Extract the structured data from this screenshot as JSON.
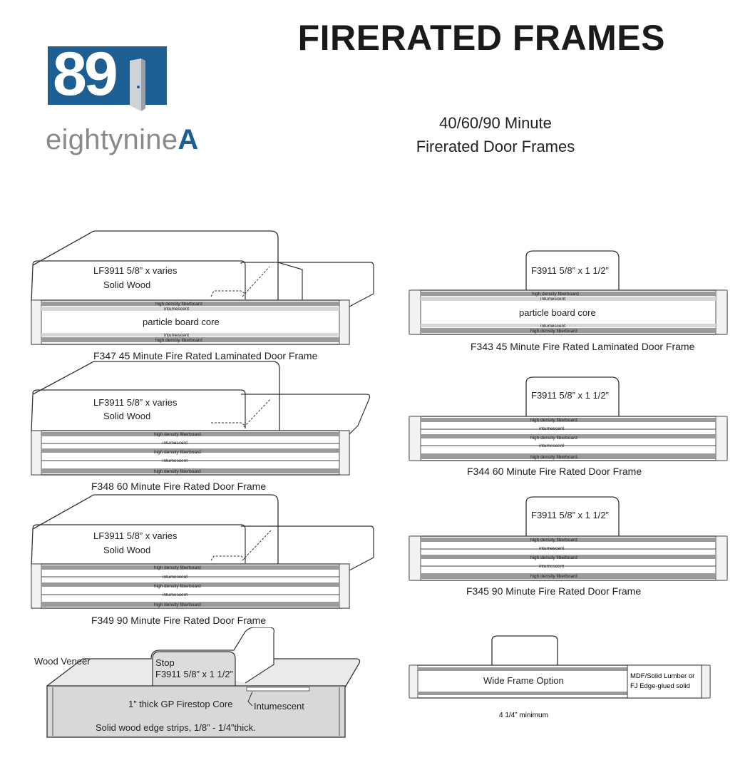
{
  "header": {
    "title": "FIRERATED FRAMES",
    "subtitle_line1": "40/60/90 Minute",
    "subtitle_line2": "Firerated Door Frames"
  },
  "logo": {
    "number": "89",
    "text_main": "eightynine",
    "text_accent": "A",
    "brand_color": "#1d5f92"
  },
  "layers": {
    "hdf": "high density fiberboard",
    "int": "intumescent",
    "pbc": "particle board core"
  },
  "diagrams": {
    "f347": {
      "part_label_1": "LF3911  5/8” x varies",
      "part_label_2": "Solid Wood",
      "caption": "F347  45 Minute Fire Rated Laminated Door Frame"
    },
    "f343": {
      "part_label": "F3911  5/8” x 1 1/2”",
      "caption": "F343  45 Minute Fire Rated Laminated Door Frame"
    },
    "f348": {
      "part_label_1": "LF3911  5/8” x varies",
      "part_label_2": "Solid Wood",
      "caption": "F348  60 Minute Fire Rated Door Frame"
    },
    "f344": {
      "part_label": "F3911  5/8” x 1 1/2”",
      "caption": "F344  60 Minute Fire Rated Door Frame"
    },
    "f349": {
      "part_label_1": "LF3911  5/8” x varies",
      "part_label_2": "Solid Wood",
      "caption": "F349  90 Minute Fire Rated Door Frame"
    },
    "f345": {
      "part_label": "F3911  5/8” x 1 1/2”",
      "caption": "F345  90 Minute Fire Rated Door Frame"
    },
    "gp": {
      "wood_veneer": "Wood Veneer",
      "stop": "Stop",
      "stop_size": "F3911 5/8” x 1 1/2”",
      "core": "1” thick GP Firestop Core",
      "intumescent": "Intumescent",
      "edge": "Solid wood edge strips, 1/8” - 1/4”thick."
    },
    "wide": {
      "label": "Wide Frame Option",
      "note_line1": "MDF/Solid Lumber or",
      "note_line2": "FJ Edge-glued solid",
      "minimum": "4 1/4” minimum"
    }
  }
}
